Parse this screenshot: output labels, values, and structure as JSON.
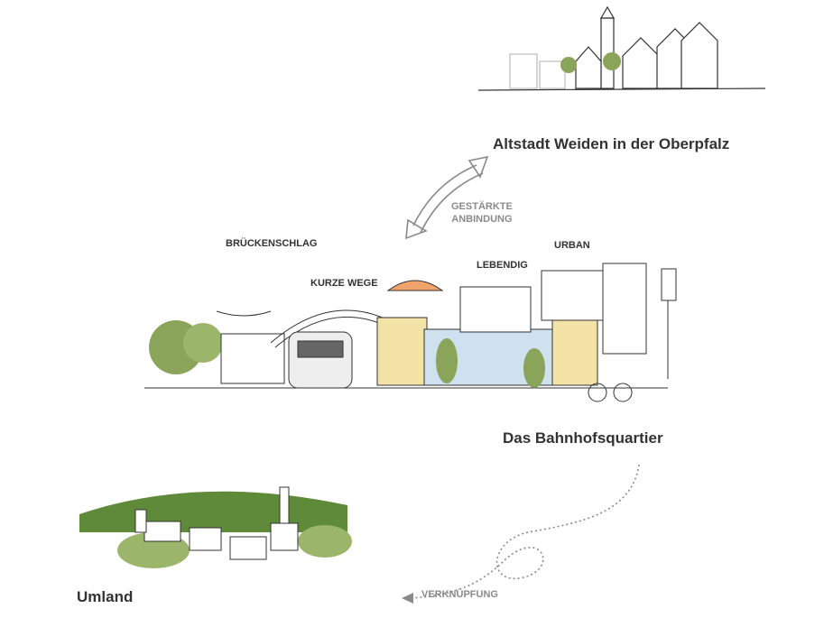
{
  "labels": {
    "altstadt": "Altstadt Weiden in der Oberpfalz",
    "bahnhofsquartier": "Das Bahnhofsquartier",
    "umland": "Umland",
    "anbindung_line1": "GESTÄRKTE",
    "anbindung_line2": "ANBINDUNG",
    "verknuepfung": "VERKNÜPFUNG",
    "brueckenschlag": "BRÜCKENSCHLAG",
    "kurze_wege": "KURZE WEGE",
    "lebendig": "LEBENDIG",
    "urban": "URBAN"
  },
  "colors": {
    "text": "#333333",
    "arrow": "#8a8a8a",
    "tree": "#8aa55a",
    "building_yellow": "#f3e3a6",
    "building_blue": "#cfe0ee",
    "umbrella": "#f0a36b"
  }
}
